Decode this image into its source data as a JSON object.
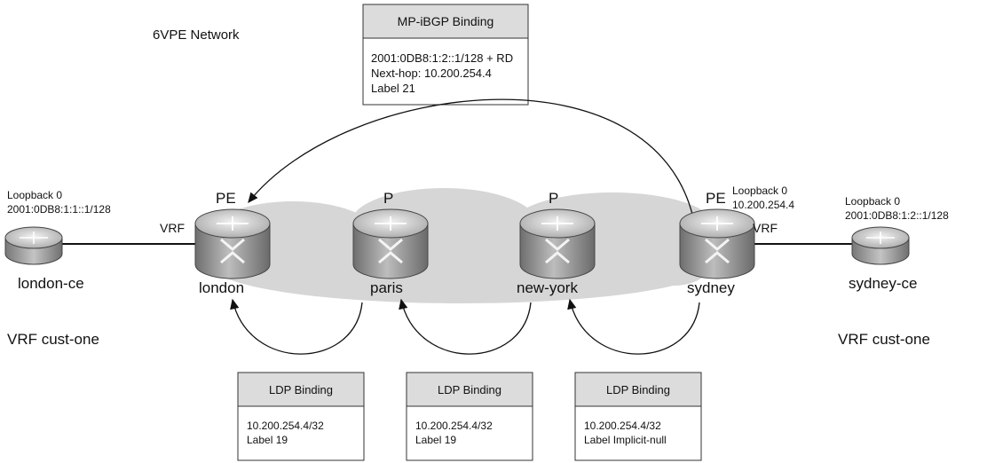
{
  "network_title": "6VPE Network",
  "mpbgp_box": {
    "header": "MP-iBGP Binding",
    "lines": [
      "2001:0DB8:1:2::1/128 + RD",
      "Next-hop:  10.200.254.4",
      "Label 21"
    ]
  },
  "routers": {
    "london_ce": {
      "name": "london-ce",
      "loopback_title": "Loopback 0",
      "loopback_addr": "2001:0DB8:1:1::1/128"
    },
    "london": {
      "name": "london",
      "role": "PE"
    },
    "paris": {
      "name": "paris",
      "role": "P"
    },
    "new_york": {
      "name": "new-york",
      "role": "P"
    },
    "sydney": {
      "name": "sydney",
      "role": "PE",
      "loopback_title": "Loopback 0",
      "loopback_addr": "10.200.254.4"
    },
    "sydney_ce": {
      "name": "sydney-ce",
      "loopback_title": "Loopback 0",
      "loopback_addr": "2001:0DB8:1:2::1/128"
    }
  },
  "vrf_label_left": "VRF",
  "vrf_label_right": "VRF",
  "vrf_cust_left": "VRF cust-one",
  "vrf_cust_right": "VRF cust-one",
  "ldp_boxes": [
    {
      "header": "LDP Binding",
      "line1": "10.200.254.4/32",
      "line2": "Label 19"
    },
    {
      "header": "LDP Binding",
      "line1": "10.200.254.4/32",
      "line2": "Label 19"
    },
    {
      "header": "LDP Binding",
      "line1": "10.200.254.4/32",
      "line2": "Label Implicit-null"
    }
  ],
  "colors": {
    "cloud": "#d6d6d6",
    "box_header": "#dcdcdc",
    "router_body": "#9e9e9e"
  }
}
